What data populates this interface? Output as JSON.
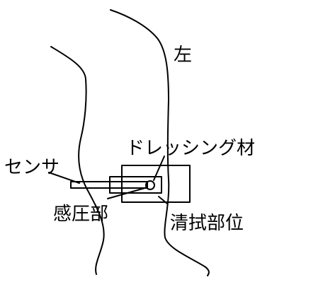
{
  "labels": {
    "side": "左",
    "dressing": "ドレッシング材",
    "sensor": "センサ",
    "pressure_part": "感圧部",
    "wipe_site": "清拭部位"
  },
  "colors": {
    "stroke": "#000000",
    "background": "#ffffff"
  }
}
